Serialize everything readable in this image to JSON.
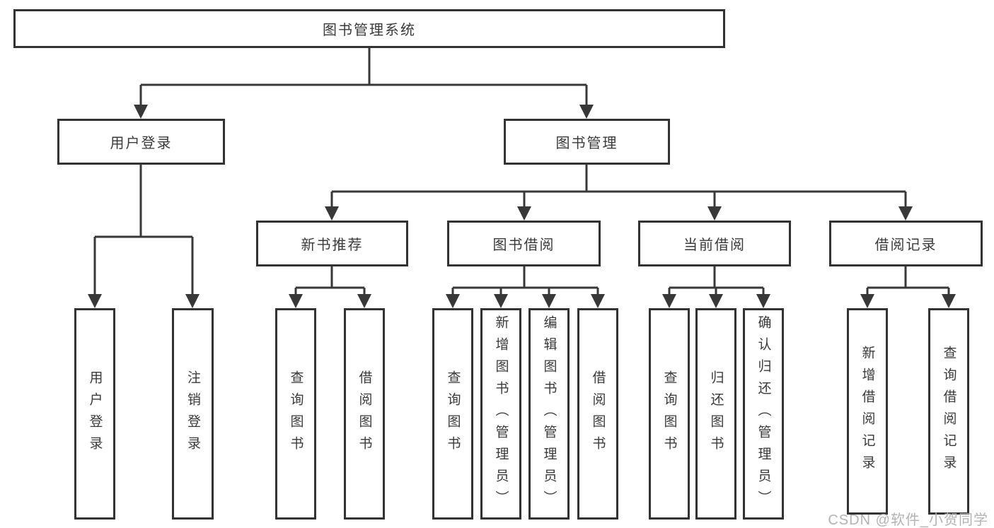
{
  "diagram": {
    "root": {
      "label": "图书管理系统"
    },
    "branches": [
      {
        "label": "用户登录",
        "leaves": [
          {
            "label": "用户登录"
          },
          {
            "label": "注销登录"
          }
        ]
      },
      {
        "label": "图书管理",
        "groups": [
          {
            "label": "新书推荐",
            "leaves": [
              {
                "label": "查询图书"
              },
              {
                "label": "借阅图书"
              }
            ]
          },
          {
            "label": "图书借阅",
            "leaves": [
              {
                "label": "查询图书"
              },
              {
                "label": "新增图书（管理员）"
              },
              {
                "label": "编辑图书（管理员）"
              },
              {
                "label": "借阅图书"
              }
            ]
          },
          {
            "label": "当前借阅",
            "leaves": [
              {
                "label": "查询图书"
              },
              {
                "label": "归还图书"
              },
              {
                "label": "确认归还（管理员）"
              }
            ]
          },
          {
            "label": "借阅记录",
            "leaves": [
              {
                "label": "新增借阅记录"
              },
              {
                "label": "查询借阅记录"
              }
            ]
          }
        ]
      }
    ]
  },
  "watermark": {
    "text": "CSDN @软件_小贺同学"
  },
  "colors": {
    "line": "#383838",
    "box_border": "#333333",
    "text": "#3a3a3a",
    "watermark": "#b3b3b3",
    "background": "#ffffff"
  }
}
